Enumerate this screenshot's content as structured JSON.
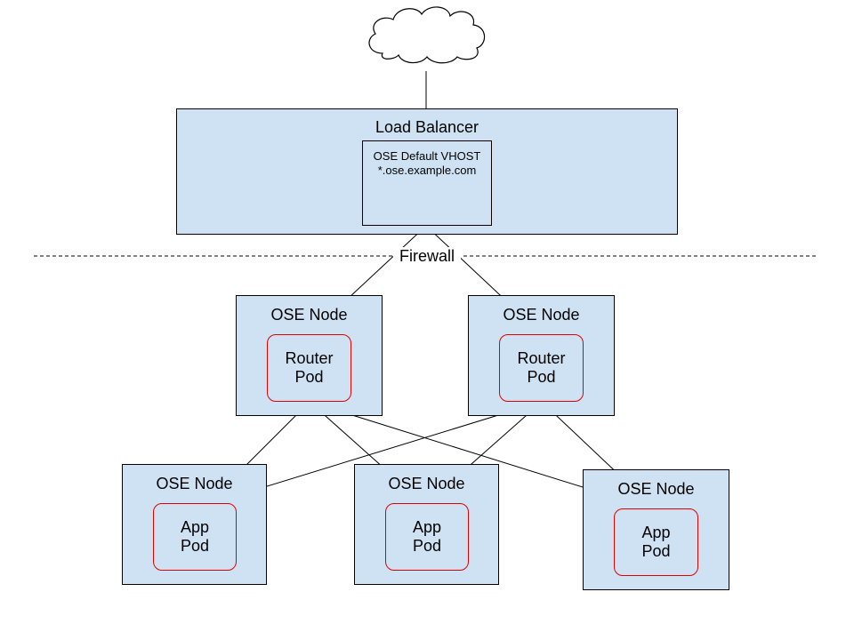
{
  "load_balancer": {
    "title": "Load Balancer",
    "vhost_line1": "OSE Default VHOST",
    "vhost_line2": "*.ose.example.com"
  },
  "firewall": {
    "label": "Firewall"
  },
  "router_nodes": [
    {
      "title": "OSE Node",
      "pod_line1": "Router",
      "pod_line2": "Pod"
    },
    {
      "title": "OSE Node",
      "pod_line1": "Router",
      "pod_line2": "Pod"
    }
  ],
  "app_nodes": [
    {
      "title": "OSE Node",
      "pod_line1": "App",
      "pod_line2": "Pod"
    },
    {
      "title": "OSE Node",
      "pod_line1": "App",
      "pod_line2": "Pod"
    },
    {
      "title": "OSE Node",
      "pod_line1": "App",
      "pod_line2": "Pod"
    }
  ],
  "colors": {
    "box_fill": "#cfe2f3",
    "pod_border": "#e00000",
    "line": "#000000"
  }
}
